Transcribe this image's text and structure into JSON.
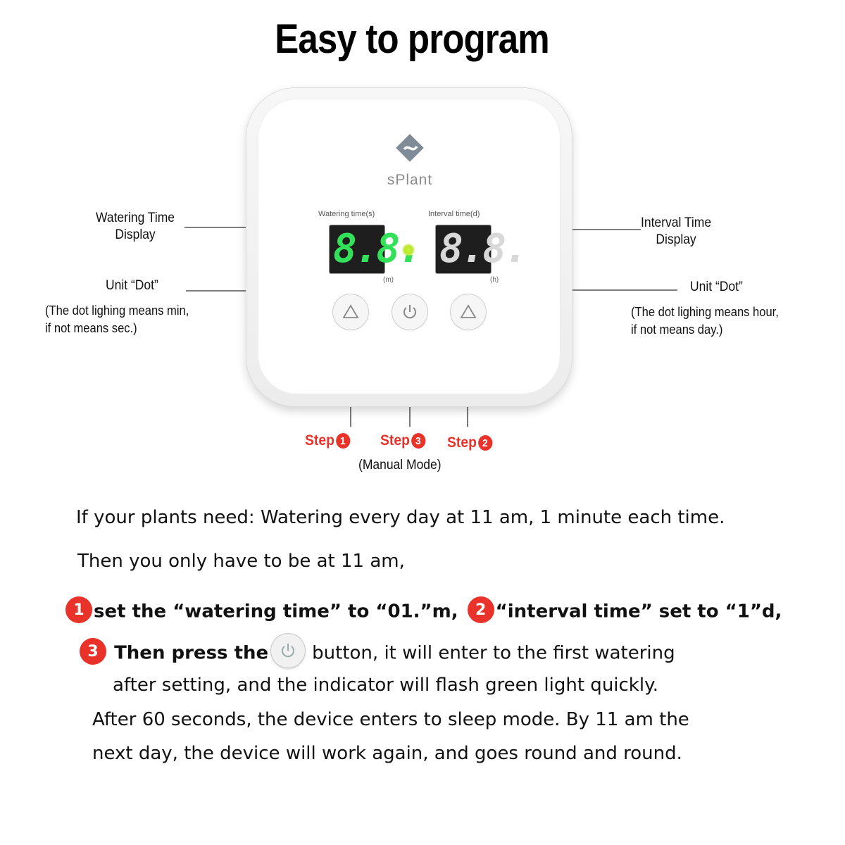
{
  "title": "Easy to program",
  "device": {
    "brand": "sPlant",
    "watering_label": "Watering time(s)",
    "interval_label": "Interval time(d)",
    "watering_digits": "8.8.",
    "interval_digits": "8.8.",
    "watering_unit": "(m)",
    "interval_unit": "(h)"
  },
  "callouts": {
    "watering_display": "Watering Time\nDisplay",
    "interval_display": "Interval Time\nDisplay",
    "unit_dot_left": "Unit “Dot”",
    "unit_dot_right": "Unit “Dot”",
    "note_left_1": "(The dot lighing means min,",
    "note_left_2": "if not means sec.)",
    "note_right_1": "(The dot lighing means hour,",
    "note_right_2": "if not means day.)"
  },
  "steps": {
    "step_word": "Step",
    "step1": "1",
    "step3": "3",
    "step2": "2",
    "manual": "(Manual Mode)"
  },
  "instructions": {
    "line1": "If your plants need: Watering every day at 11 am, 1 minute each time.",
    "line2": "Then you only have to be at 11 am,",
    "badge1": "1",
    "line3a": "set the “watering time” to “01.”m,",
    "badge2": "2",
    "line3b": "“interval time” set to “1”d,",
    "badge3": "3",
    "line4a": "Then press the",
    "line4b": "button, it will enter to the first watering",
    "line5": "after setting, and the indicator will flash green light quickly.",
    "line6": "After 60 seconds, the device enters to sleep mode. By 11 am the",
    "line7": "next day, the device will work again, and goes round and round."
  },
  "colors": {
    "accent_red": "#e8322a",
    "segment_green": "#33e05a",
    "led_green": "#b9e62b"
  },
  "icons": [
    "sPlant-logo-icon",
    "up-triangle-icon",
    "power-icon"
  ]
}
